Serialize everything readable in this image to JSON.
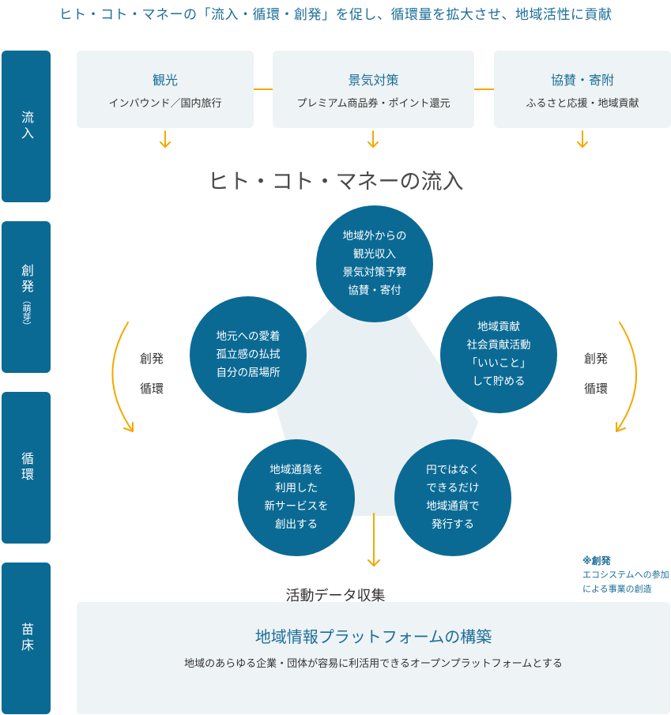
{
  "headline": "ヒト・コト・マネーの「流入・循環・創発」を促し、循環量を拡大させ、地域活性に貢献",
  "side_tabs": {
    "inflow": "流入",
    "emergence": "創発",
    "emergence_sub": "（萌芽）",
    "circulation": "循環",
    "seedbed": "苗床"
  },
  "sources": [
    {
      "title": "観光",
      "subtitle": "インバウンド／国内旅行"
    },
    {
      "title": "景気対策",
      "subtitle": "プレミアム商品券・ポイント還元"
    },
    {
      "title": "協賛・寄附",
      "subtitle": "ふるさと応援・地域貢献"
    }
  ],
  "inflow_title": "ヒト・コト・マネーの流入",
  "circles": [
    {
      "text": "地域外からの\n観光収入\n景気対策予算\n協賛・寄付"
    },
    {
      "text": "地域貢献\n社会貢献活動\n「いいこと」\nして貯める"
    },
    {
      "text": "円ではなく\nできるだけ\n地域通貨で\n発行する"
    },
    {
      "text": "地域通貨を\n利用した\n新サービスを\n創出する"
    },
    {
      "text": "地元への愛着\n孤立感の払拭\n自分の居場所"
    }
  ],
  "left_cycle_label": [
    "創発",
    "循環"
  ],
  "right_cycle_label": [
    "創発",
    "循環"
  ],
  "note": {
    "line1": "※創発",
    "line2": "エコシステムへの参加",
    "line3": "による事業の創造"
  },
  "data_collection": "活動データ収集",
  "platform": {
    "title": "地域情報プラットフォームの構築",
    "subtitle": "地域のあらゆる企業・団体が容易に利活用できるオープンプラットフォームとする"
  },
  "colors": {
    "primary": "#0b6a94",
    "accent": "#f2a900",
    "panel": "#eef3f5",
    "pentagon": "#e9f0f3"
  }
}
